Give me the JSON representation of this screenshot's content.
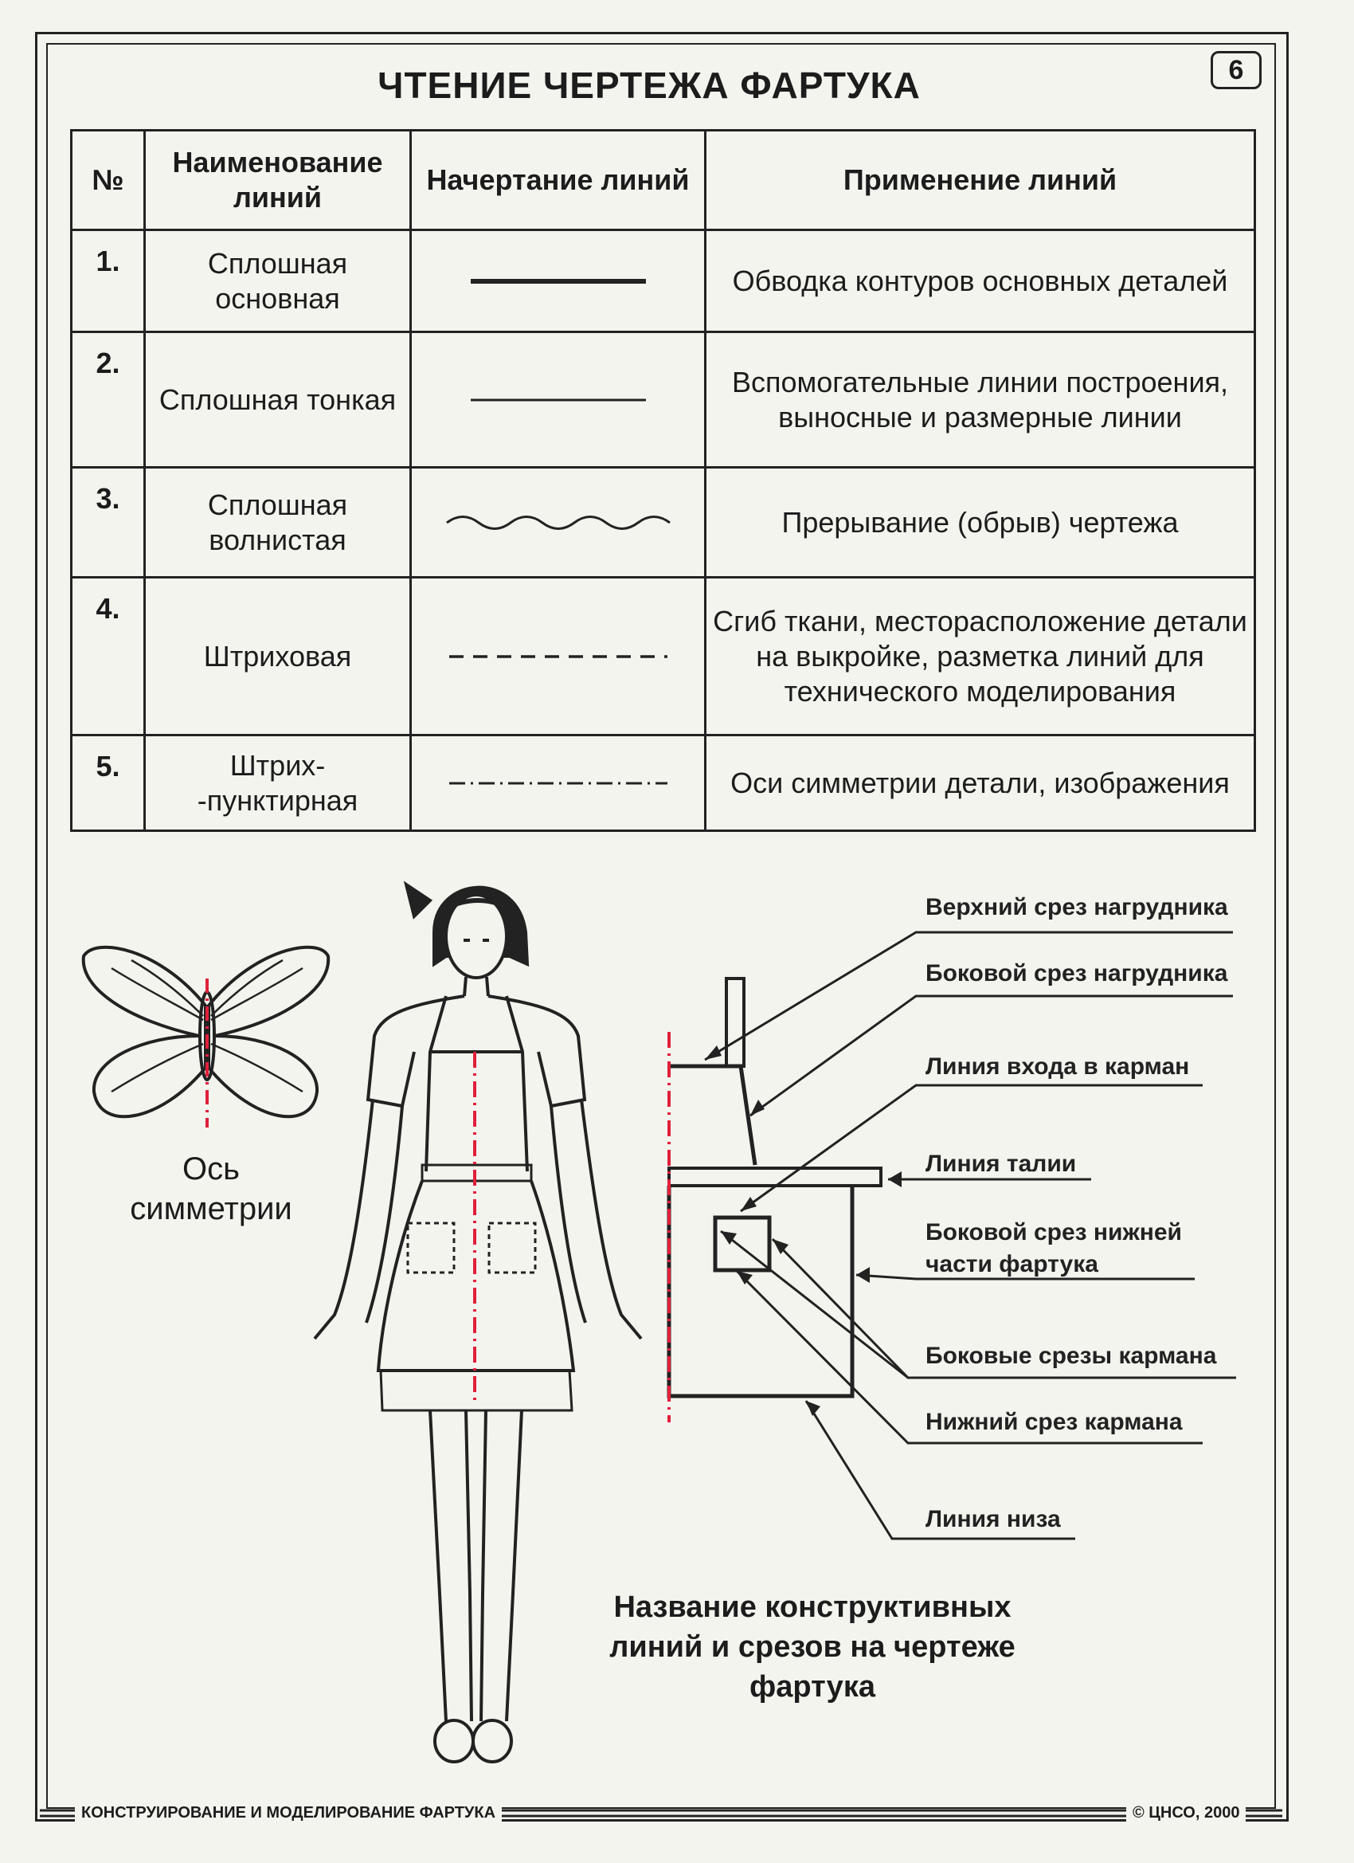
{
  "page": {
    "title": "ЧТЕНИЕ ЧЕРТЕЖА ФАРТУКА",
    "page_number": "6"
  },
  "table": {
    "headers": {
      "num": "№",
      "name": "Наименование линий",
      "drawing": "Начертание линий",
      "usage": "Применение линий"
    },
    "rows": [
      {
        "num": "1.",
        "name": "Сплошная основная",
        "style": "solid-thick",
        "usage": "Обводка контуров основных деталей"
      },
      {
        "num": "2.",
        "name": "Сплошная тонкая",
        "style": "solid-thin",
        "usage": "Вспомогательные линии построения, выносные и размерные линии"
      },
      {
        "num": "3.",
        "name": "Сплошная волнистая",
        "style": "wavy",
        "usage": "Прерывание (обрыв) чертежа"
      },
      {
        "num": "4.",
        "name": "Штриховая",
        "style": "dashed",
        "usage": "Сгиб ткани, месторасположение детали на выкройке, разметка линий для технического моделирования"
      },
      {
        "num": "5.",
        "name": "Штрих- -пунктирная",
        "style": "dash-dot",
        "usage": "Оси симметрии детали, изображения"
      }
    ]
  },
  "figures": {
    "axis_caption": "Ось симметрии",
    "accent_color": "#e0203a"
  },
  "annotations": {
    "top_bib": "Верхний срез нагрудника",
    "side_bib": "Боковой срез нагрудника",
    "pocket_entry": "Линия входа в карман",
    "waist": "Линия талии",
    "side_lower_1": "Боковой срез нижней",
    "side_lower_2": "части фартука",
    "pocket_sides": "Боковые срезы кармана",
    "pocket_bottom": "Нижний срез кармана",
    "hem": "Линия низа"
  },
  "subtitle": "Название конструктивных линий и срезов на чертеже фартука",
  "footer": {
    "left": "КОНСТРУИРОВАНИЕ И МОДЕЛИРОВАНИЕ ФАРТУКА",
    "right": "© ЦНСО, 2000"
  }
}
